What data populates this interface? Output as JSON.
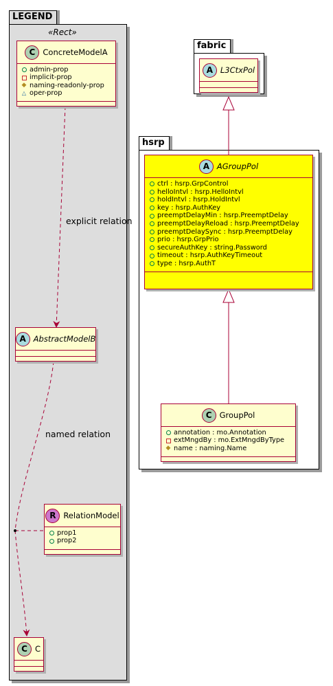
{
  "packages": {
    "legend": {
      "title": "LEGEND",
      "stereotype": "«Rect»"
    },
    "fabric": {
      "title": "fabric"
    },
    "hsrp": {
      "title": "hsrp"
    }
  },
  "colors": {
    "class_fill": "#FEFECE",
    "class_border": "#A80036",
    "highlight": "#FFFF00",
    "legend_bg": "#DDDDDD"
  },
  "classes": {
    "concrete_model_a": {
      "badge": "C",
      "badge_color": "#ADD1B2",
      "name": "ConcreteModelA",
      "fields": [
        {
          "vis": "public",
          "text": "admin-prop"
        },
        {
          "vis": "private",
          "text": "implicit-prop"
        },
        {
          "vis": "protected",
          "text": "naming-readonly-prop"
        },
        {
          "vis": "package",
          "text": "oper-prop"
        }
      ]
    },
    "abstract_model_b": {
      "badge": "A",
      "badge_color": "#A9DCDF",
      "name": "AbstractModelB"
    },
    "relation_model": {
      "badge": "R",
      "badge_color": "#CC77CC",
      "name": "RelationModel",
      "fields": [
        {
          "vis": "public",
          "text": "prop1"
        },
        {
          "vis": "public",
          "text": "prop2"
        }
      ]
    },
    "c": {
      "badge": "C",
      "badge_color": "#ADD1B2",
      "name": "C"
    },
    "l3ctxpol": {
      "badge": "A",
      "badge_color": "#A9DCDF",
      "name": "L3CtxPol"
    },
    "agrouppol": {
      "badge": "A",
      "badge_color": "#A9DCDF",
      "name": "AGroupPol",
      "fields": [
        {
          "vis": "public",
          "text": "ctrl : hsrp.GrpControl"
        },
        {
          "vis": "public",
          "text": "helloIntvl : hsrp.HelloIntvl"
        },
        {
          "vis": "public",
          "text": "holdIntvl : hsrp.HoldIntvl"
        },
        {
          "vis": "public",
          "text": "key : hsrp.AuthKey"
        },
        {
          "vis": "public",
          "text": "preemptDelayMin : hsrp.PreemptDelay"
        },
        {
          "vis": "public",
          "text": "preemptDelayReload : hsrp.PreemptDelay"
        },
        {
          "vis": "public",
          "text": "preemptDelaySync : hsrp.PreemptDelay"
        },
        {
          "vis": "public",
          "text": "prio : hsrp.GrpPrio"
        },
        {
          "vis": "public",
          "text": "secureAuthKey : string.Password"
        },
        {
          "vis": "public",
          "text": "timeout : hsrp.AuthKeyTimeout"
        },
        {
          "vis": "public",
          "text": "type : hsrp.AuthT"
        }
      ]
    },
    "grouppol": {
      "badge": "C",
      "badge_color": "#ADD1B2",
      "name": "GroupPol",
      "fields": [
        {
          "vis": "public",
          "text": "annotation : mo.Annotation"
        },
        {
          "vis": "private",
          "text": "extMngdBy : mo.ExtMngdByType"
        },
        {
          "vis": "protected",
          "text": "name : naming.Name"
        }
      ]
    }
  },
  "relations": {
    "explicit_label": "explicit relation",
    "named_label": "named relation"
  }
}
